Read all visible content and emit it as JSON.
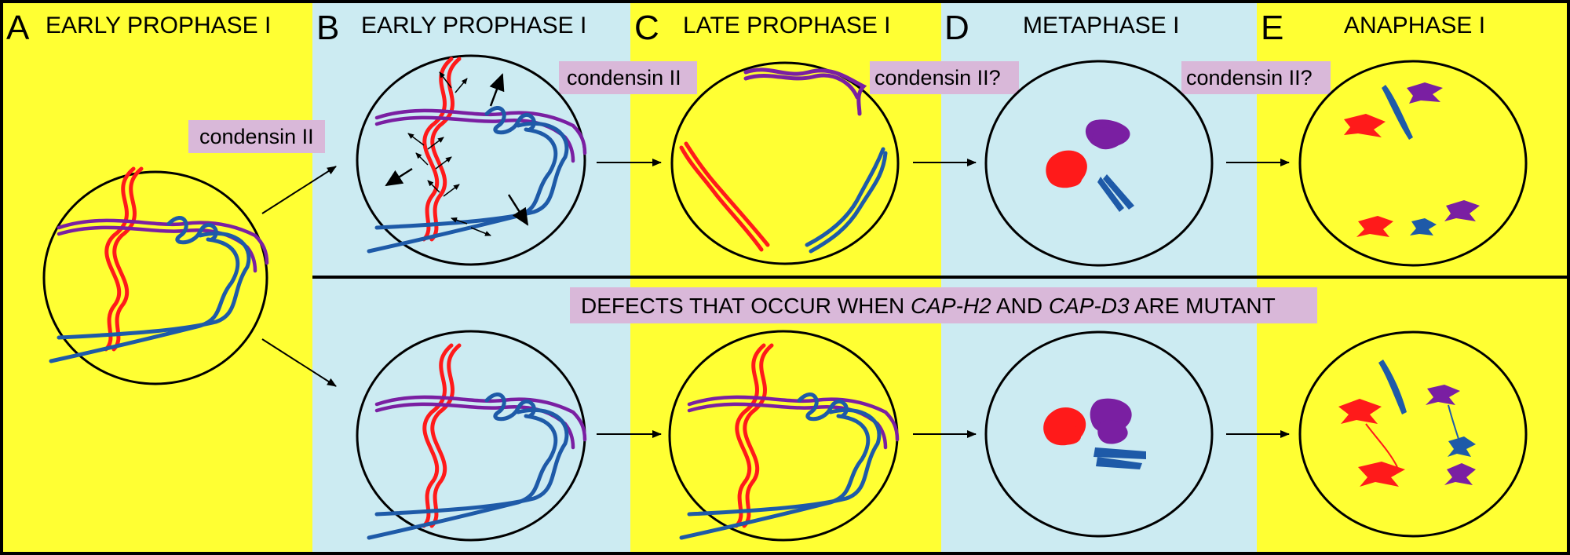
{
  "panels": [
    {
      "letter": "A",
      "title": "EARLY PROPHASE I"
    },
    {
      "letter": "B",
      "title": "EARLY PROPHASE I"
    },
    {
      "letter": "C",
      "title": "LATE PROPHASE I"
    },
    {
      "letter": "D",
      "title": "METAPHASE I"
    },
    {
      "letter": "E",
      "title": "ANAPHASE I"
    }
  ],
  "labels": {
    "condensin_a": "condensin II",
    "condensin_b": "condensin II",
    "condensin_c": "condensin II?",
    "condensin_d": "condensin II?"
  },
  "banner": {
    "part1": "DEFECTS THAT OCCUR WHEN ",
    "gene1": "CAP-H2",
    "part2": " AND ",
    "gene2": "CAP-D3",
    "part3": " ARE MUTANT"
  },
  "colors": {
    "yellow": "#FFFF33",
    "light_blue": "#CCEBF2",
    "pill": "#D9B8D9",
    "red": "#FF1A1A",
    "blue": "#1E5AA8",
    "purple": "#7A1FA2"
  }
}
